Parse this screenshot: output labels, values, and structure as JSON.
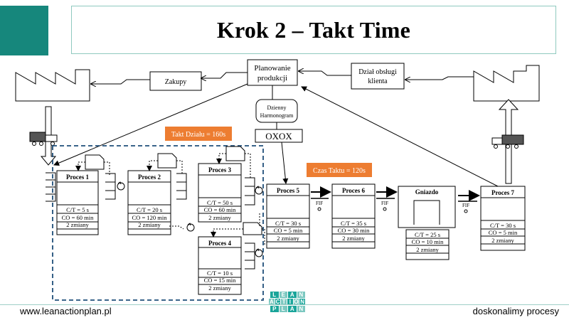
{
  "slide": {
    "title": "Krok 2 – Takt Time",
    "footer_left": "www.leanactionplan.pl",
    "footer_right": "doskonalimy procesy"
  },
  "logo": {
    "rows": [
      [
        "L",
        "E",
        "A",
        "N"
      ],
      [
        "A",
        "C",
        "T",
        "I",
        "O",
        "N"
      ],
      [
        "P",
        "L",
        "A",
        "N"
      ]
    ]
  },
  "top": {
    "planning": [
      "Planowanie",
      "produkcji"
    ],
    "purchasing": "Zakupy",
    "customer_service": [
      "Dział obsługi",
      "klienta"
    ],
    "schedule": [
      "Dzienny",
      "Harmonogram"
    ],
    "sequence": "OXOX"
  },
  "takt_labels": {
    "department": "Takt Działu = 160s",
    "takt": "Czas Taktu = 120s"
  },
  "colors": {
    "teal": "#16877c",
    "orange": "#ed7d31",
    "dashed_border": "#1f4e79",
    "title_frame": "#8fc9bf"
  },
  "processes": [
    {
      "name": "Proces 1",
      "data": [
        "C/T = 5 s",
        "CO = 60 min",
        "2 zmiany"
      ]
    },
    {
      "name": "Proces 2",
      "data": [
        "C/T = 20 s",
        "CO = 120 min",
        "2 zmiany"
      ]
    },
    {
      "name": "Proces 3",
      "data": [
        "C/T = 50 s",
        "CO = 60 min",
        "2 zmiany"
      ]
    },
    {
      "name": "Proces 4",
      "data": [
        "C/T = 10 s",
        "CO = 15 min",
        "2 zmiany"
      ]
    },
    {
      "name": "Proces 5",
      "data": [
        "C/T = 30 s",
        "CO = 5 min",
        "2 zmiany"
      ]
    },
    {
      "name": "Proces 6",
      "data": [
        "C/T = 35 s",
        "CO = 30 min",
        "2 zmiany"
      ]
    },
    {
      "name": "Gniazdo",
      "data": [
        "C/T = 25 s",
        "CO = 10 min",
        "2 zmiany"
      ]
    },
    {
      "name": "Proces 7",
      "data": [
        "C/T = 30 s",
        "CO = 5 min",
        "2 zmiany"
      ]
    }
  ],
  "fifo": [
    "FIF",
    "FIF",
    "FIF"
  ]
}
